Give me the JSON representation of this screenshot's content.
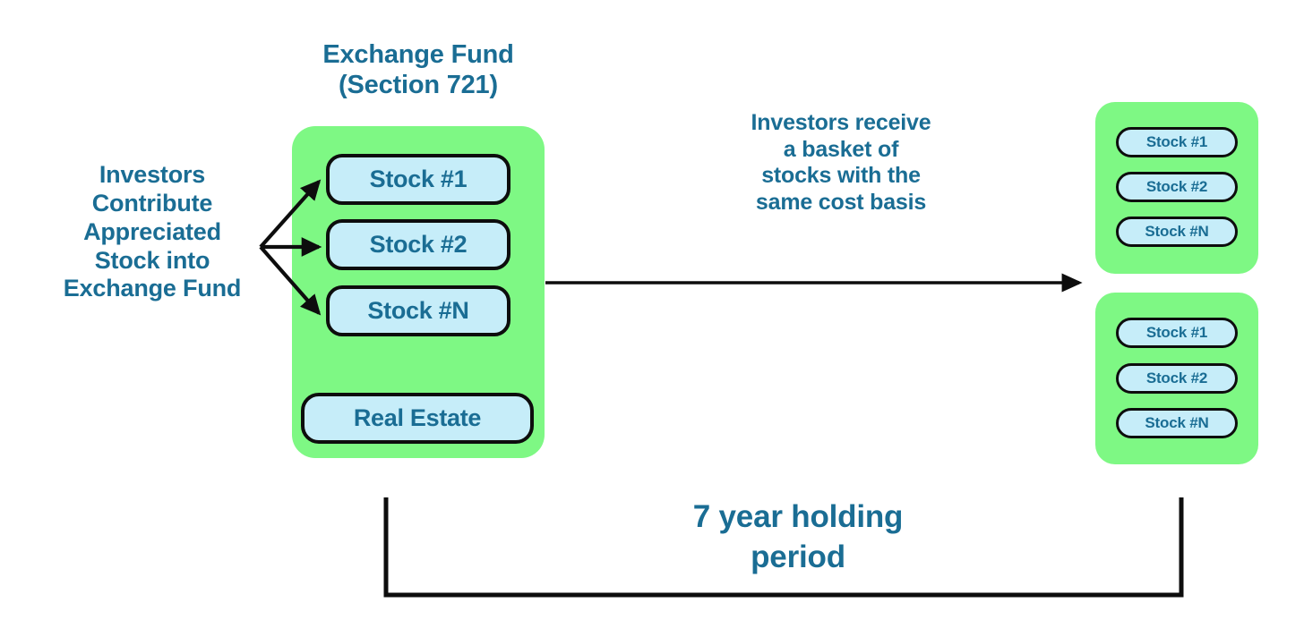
{
  "diagram": {
    "title_text": "Exchange Fund\n(Section 721)",
    "background_color": "#ffffff",
    "accent_text_color": "#1a6d94",
    "container_green": "#7ef884",
    "box_blue": "#c6edf9",
    "stroke_color": "#0d0d0d"
  },
  "left": {
    "contribute_label": "Investors\nContribute\nAppreciated\nStock into\nExchange Fund",
    "arrow_count": 3
  },
  "fund": {
    "title": "Exchange Fund\n(Section 721)",
    "items": [
      {
        "label": "Stock #1"
      },
      {
        "label": "Stock #2"
      },
      {
        "label": "Stock #N"
      }
    ],
    "other_asset": {
      "label": "Real Estate"
    }
  },
  "middle": {
    "receive_label": "Investors receive\na basket of\nstocks with the\nsame cost basis"
  },
  "baskets": [
    {
      "name": "basket-top",
      "pills": [
        {
          "label": "Stock #1"
        },
        {
          "label": "Stock #2"
        },
        {
          "label": "Stock #N"
        }
      ]
    },
    {
      "name": "basket-bottom",
      "pills": [
        {
          "label": "Stock #1"
        },
        {
          "label": "Stock #2"
        },
        {
          "label": "Stock #N"
        }
      ]
    }
  ],
  "bracket": {
    "label": "7 year holding\nperiod"
  }
}
